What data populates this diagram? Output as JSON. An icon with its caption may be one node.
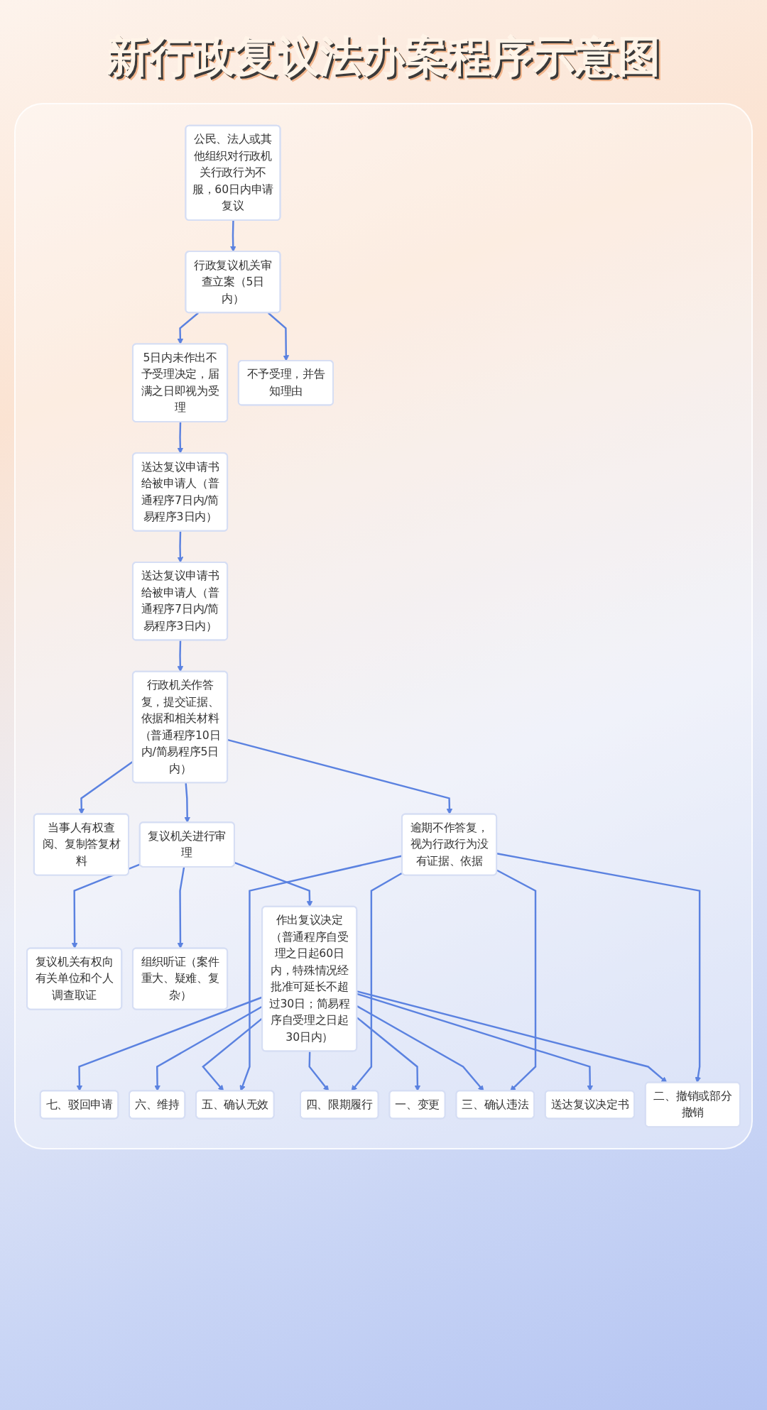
{
  "diagram": {
    "title": "新行政复议法办案程序示意图",
    "nodes": [
      {
        "text": [
          "公民、法人或其他组织对行政机关行政行为不服，60日内申请复议"
        ]
      },
      {
        "text": [
          "行政复议机关审查立案（5日内）"
        ]
      },
      {
        "text": [
          "5日内未作出不予受理决定，届满之日即视为受理"
        ]
      },
      {
        "text": [
          "不予受理，并告知理由"
        ]
      },
      {
        "text": [
          "送达复议申请书给被申请人（普通程序7日内/简易程序3日内）"
        ]
      },
      {
        "text": [
          "送达复议申请书给被申请人（普通程序7日内/简易程序3日内）"
        ]
      },
      {
        "text": [
          "行政机关作答复，提交证据、依据和相关材料（普通程序10日内/简易程序5日内）"
        ]
      },
      {
        "text": [
          "当事人有权查阅、复制答复材料"
        ]
      },
      {
        "text": [
          "逾期不作答复，视为行政行为没有证据、依据"
        ]
      },
      {
        "text": [
          "复议机关进行审理"
        ]
      },
      {
        "text": [
          "复议机关有权向有关单位和个人调查取证"
        ]
      },
      {
        "text": [
          "组织听证（案件重大、疑难、复杂）"
        ]
      },
      {
        "text": [
          "作出复议决定（普通程序自受理之日起60日内，特殊情况经批准可延长不超过30日；简易程序自受理之日起30日内）"
        ]
      },
      {
        "text": [
          "送达复议决定书"
        ]
      },
      {
        "text": [
          "一、变更"
        ]
      },
      {
        "text": [
          "二、撤销或部分撤销"
        ]
      },
      {
        "text": [
          "三、确认违法"
        ]
      },
      {
        "text": [
          "四、限期履行"
        ]
      },
      {
        "text": [
          "五、确认无效"
        ]
      },
      {
        "text": [
          "六、维持"
        ]
      },
      {
        "text": [
          "七、驳回申请"
        ]
      }
    ],
    "edges": [
      {
        "from": 0,
        "to": 1,
        "arrow": "to"
      },
      {
        "from": 1,
        "to": 2,
        "arrow": "to"
      },
      {
        "from": 1,
        "to": 3,
        "arrow": "to"
      },
      {
        "from": 2,
        "to": 4,
        "arrow": "to"
      },
      {
        "from": 4,
        "to": 5,
        "arrow": "to"
      },
      {
        "from": 5,
        "to": 6,
        "arrow": "to"
      },
      {
        "from": 6,
        "to": 7,
        "arrow": "to"
      },
      {
        "from": 6,
        "to": 8,
        "arrow": "to"
      },
      {
        "from": 6,
        "to": 9,
        "arrow": "to"
      },
      {
        "from": 9,
        "to": 10,
        "arrow": "to"
      },
      {
        "from": 9,
        "to": 11,
        "arrow": "to"
      },
      {
        "from": 9,
        "to": 12,
        "arrow": "to"
      },
      {
        "from": 12,
        "to": 13,
        "arrow": "to"
      },
      {
        "from": 12,
        "to": 14,
        "arrow": "to"
      },
      {
        "from": 12,
        "to": 15,
        "arrow": "to"
      },
      {
        "from": 12,
        "to": 16,
        "arrow": "to"
      },
      {
        "from": 12,
        "to": 17,
        "arrow": "to"
      },
      {
        "from": 12,
        "to": 18,
        "arrow": "to"
      },
      {
        "from": 12,
        "to": 19,
        "arrow": "to"
      },
      {
        "from": 12,
        "to": 20,
        "arrow": "to"
      },
      {
        "from": 8,
        "to": 15,
        "arrow": "to"
      },
      {
        "from": 8,
        "to": 16,
        "arrow": "to"
      },
      {
        "from": 8,
        "to": 17,
        "arrow": "to"
      },
      {
        "from": 8,
        "to": 18,
        "arrow": "to"
      }
    ]
  }
}
